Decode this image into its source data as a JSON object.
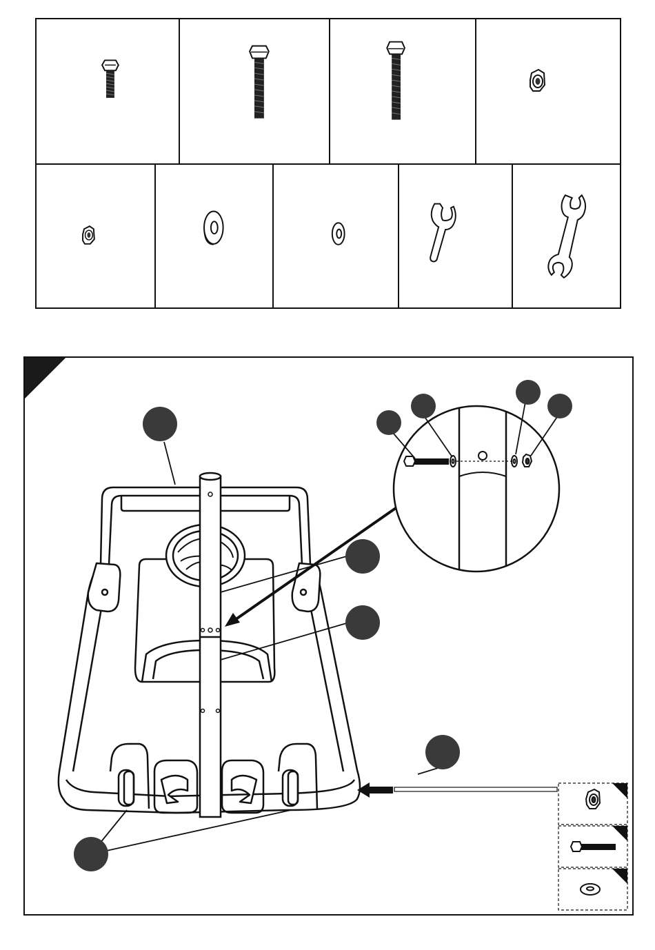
{
  "parts_table": {
    "top_row": [
      {
        "id": "short-bolt",
        "icon": "hex-bolt-short-icon"
      },
      {
        "id": "medium-bolt",
        "icon": "hex-bolt-medium-icon"
      },
      {
        "id": "long-bolt",
        "icon": "hex-bolt-long-icon"
      },
      {
        "id": "large-lock-nut",
        "icon": "lock-nut-large-icon"
      }
    ],
    "bottom_row": [
      {
        "id": "small-lock-nut",
        "icon": "lock-nut-small-icon"
      },
      {
        "id": "large-washer",
        "icon": "washer-large-icon"
      },
      {
        "id": "small-washer",
        "icon": "washer-small-icon"
      },
      {
        "id": "small-wrench",
        "icon": "wrench-small-icon"
      },
      {
        "id": "double-wrench",
        "icon": "double-open-wrench-icon"
      }
    ]
  },
  "step": {
    "corner_marker": "black-triangle",
    "callouts": [
      "base-callout",
      "pole-callout-upper",
      "pole-callout-lower",
      "wheels-callout",
      "hardware-callout",
      "bolt-callout",
      "washer-callout-left",
      "washer-callout-right",
      "nut-callout"
    ],
    "hardware_legend": [
      {
        "icon": "lock-nut-icon"
      },
      {
        "icon": "hex-bolt-icon"
      },
      {
        "icon": "washer-icon"
      }
    ],
    "colors": {
      "line": "#111111",
      "callout": "#3a3a3a",
      "background": "#ffffff"
    }
  }
}
